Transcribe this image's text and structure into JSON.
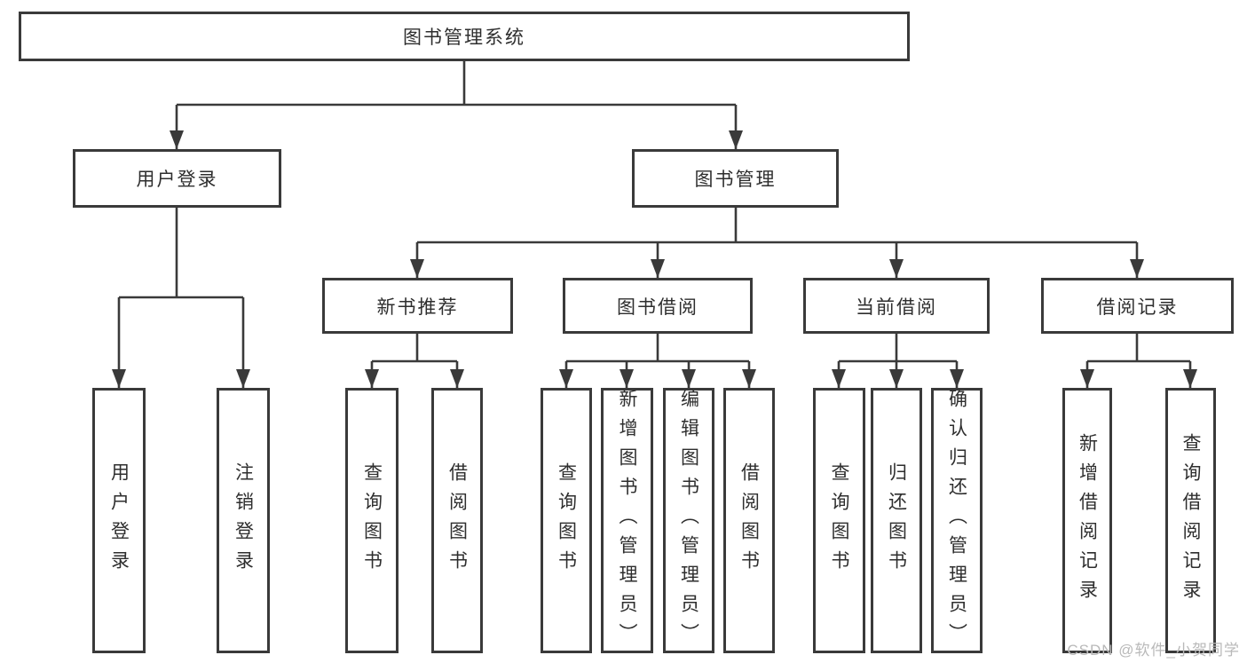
{
  "diagram": {
    "type": "hierarchy-tree",
    "background": "#ffffff",
    "line_color": "#3a3a3a",
    "box_border_color": "#3a3a3a",
    "text_color": "#2e2e2e",
    "watermark": {
      "text": "CSDN @软件_小贺同学",
      "color": "#b9b9b9"
    }
  },
  "tree": {
    "label": "图书管理系统",
    "children": [
      {
        "label": "用户登录",
        "children": [
          {
            "label": "用户登录"
          },
          {
            "label": "注销登录"
          }
        ]
      },
      {
        "label": "图书管理",
        "children": [
          {
            "label": "新书推荐",
            "children": [
              {
                "label": "查询图书"
              },
              {
                "label": "借阅图书"
              }
            ]
          },
          {
            "label": "图书借阅",
            "children": [
              {
                "label": "查询图书"
              },
              {
                "label": "新增图书（管理员）"
              },
              {
                "label": "编辑图书（管理员）"
              },
              {
                "label": "借阅图书"
              }
            ]
          },
          {
            "label": "当前借阅",
            "children": [
              {
                "label": "查询图书"
              },
              {
                "label": "归还图书"
              },
              {
                "label": "确认归还（管理员）"
              }
            ]
          },
          {
            "label": "借阅记录",
            "children": [
              {
                "label": "新增借阅记录"
              },
              {
                "label": "查询借阅记录"
              }
            ]
          }
        ]
      }
    ]
  }
}
